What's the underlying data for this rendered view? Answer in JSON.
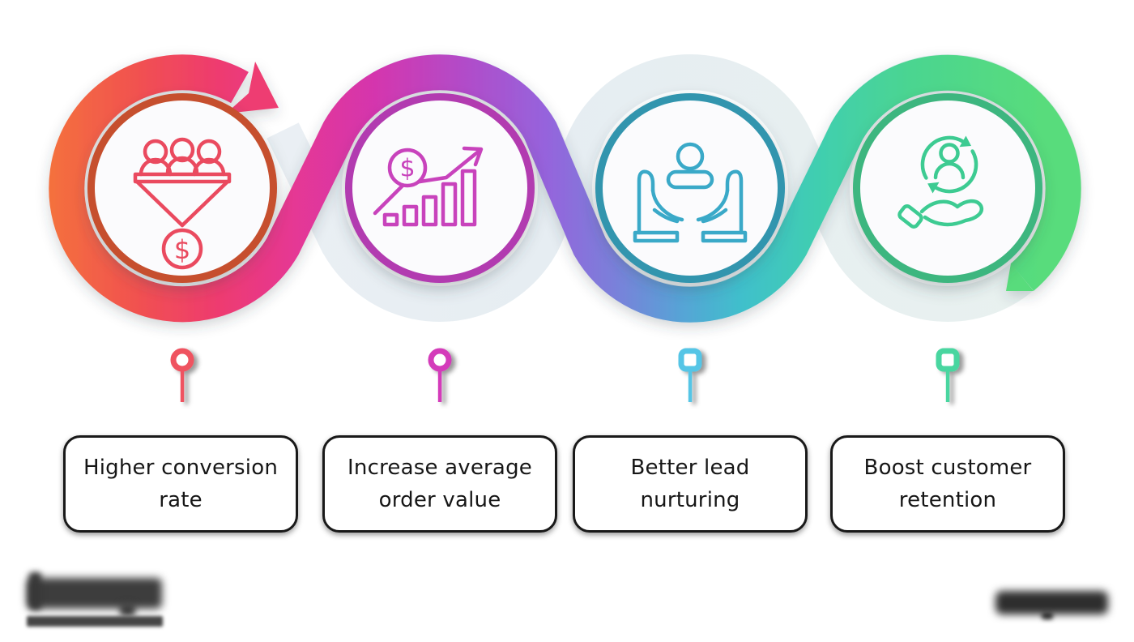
{
  "steps": [
    {
      "label": "Higher conversion rate",
      "icon": "sales-funnel-icon",
      "accent_color": "#ea4a5f",
      "ring_color": "#c64f2e",
      "pin_color": "#ef5360",
      "pin_shape": "circle",
      "ribbon_colors": [
        "#f4713d",
        "#ee3b6f"
      ]
    },
    {
      "label": "Increase average order value",
      "icon": "growth-chart-icon",
      "accent_color": "#c843bc",
      "ring_color": "#b23ab0",
      "pin_color": "#d43bba",
      "pin_shape": "circle",
      "ribbon_colors": [
        "#e53795",
        "#9663dc"
      ]
    },
    {
      "label": "Better lead nurturing",
      "icon": "caring-hands-icon",
      "accent_color": "#3aa9c8",
      "ring_color": "#3095ae",
      "pin_color": "#54c5e6",
      "pin_shape": "rounded-square",
      "ribbon_colors": [
        "#7a80da",
        "#3fc0cb"
      ]
    },
    {
      "label": "Boost customer retention",
      "icon": "customer-retention-icon",
      "accent_color": "#3dcb92",
      "ring_color": "#3eb67f",
      "pin_color": "#4ad6a0",
      "pin_shape": "rounded-square",
      "ribbon_colors": [
        "#4bd590",
        "#58dc7c"
      ]
    }
  ],
  "ribbon": {
    "style": "weaving-snake-with-start-arrow-and-notched-tail",
    "pale_color": "#e9eef3",
    "gradient": [
      "#f4713d",
      "#ee3b6f",
      "#d436ae",
      "#9663dc",
      "#55a5d6",
      "#3fc8c0",
      "#4bd590",
      "#58dc7c"
    ]
  },
  "footer": {
    "logo": "blurred-logo-wordmark",
    "watermark": "blurred-watermark-text"
  }
}
